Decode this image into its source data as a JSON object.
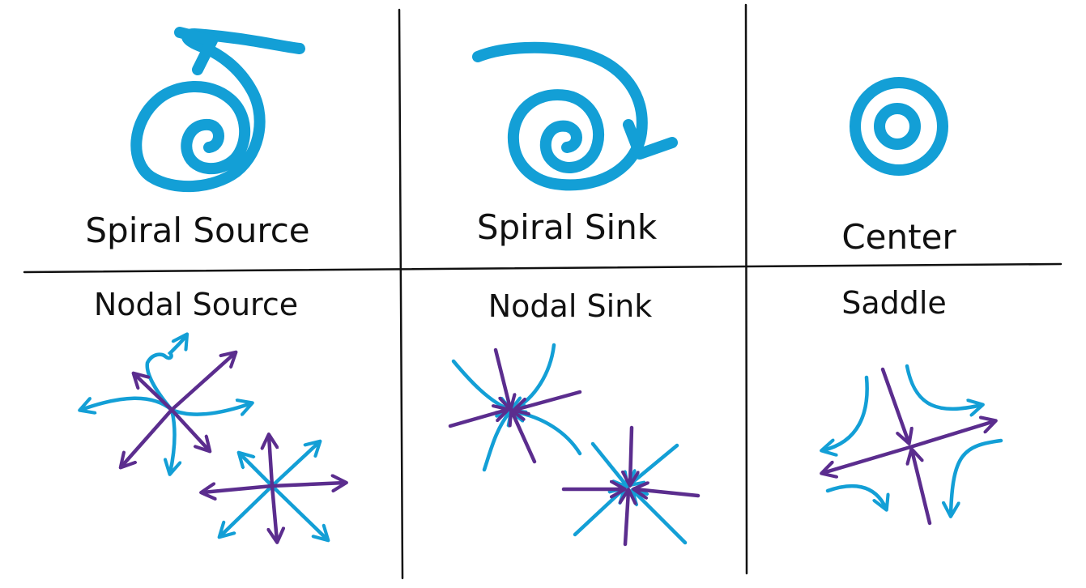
{
  "colors": {
    "blue": "#139FD6",
    "purple": "#5B2D8E",
    "line": "#111111"
  },
  "cells": {
    "spiral_source": {
      "label": "Spiral Source"
    },
    "spiral_sink": {
      "label": "Spiral Sink"
    },
    "center": {
      "label": "Center"
    },
    "nodal_source": {
      "label": "Nodal Source"
    },
    "nodal_sink": {
      "label": "Nodal Sink"
    },
    "saddle": {
      "label": "Saddle"
    }
  }
}
